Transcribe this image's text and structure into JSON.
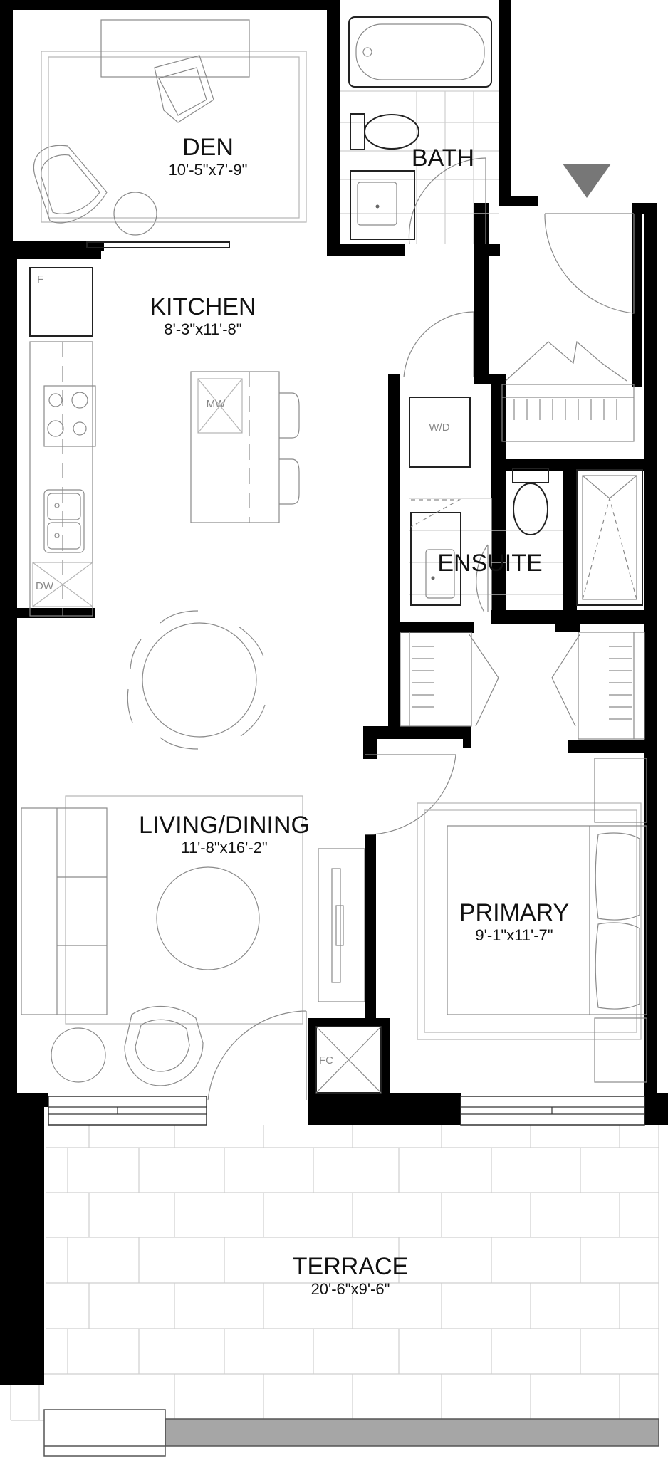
{
  "rooms": {
    "den": {
      "name": "DEN",
      "dims": "10'-5\"x7'-9\""
    },
    "bath": {
      "name": "BATH"
    },
    "kitchen": {
      "name": "KITCHEN",
      "dims": "8'-3\"x11'-8\""
    },
    "ensuite": {
      "name": "ENSUITE"
    },
    "living": {
      "name": "LIVING/DINING",
      "dims": "11'-8\"x16'-2\""
    },
    "primary": {
      "name": "PRIMARY",
      "dims": "9'-1\"x11'-7\""
    },
    "terrace": {
      "name": "TERRACE",
      "dims": "20'-6\"x9'-6\""
    }
  },
  "fixtures": {
    "fridge": "F",
    "microwave": "MW",
    "dishwasher": "DW",
    "washer_dryer": "W/D",
    "fan_coil": "FC"
  },
  "colors": {
    "wall": "#000000",
    "fixture_line": "#8a8a8a",
    "entry_marker": "#777777",
    "railing": "#a6a6a6"
  },
  "icons": {
    "entry": "entry-triangle-icon"
  }
}
